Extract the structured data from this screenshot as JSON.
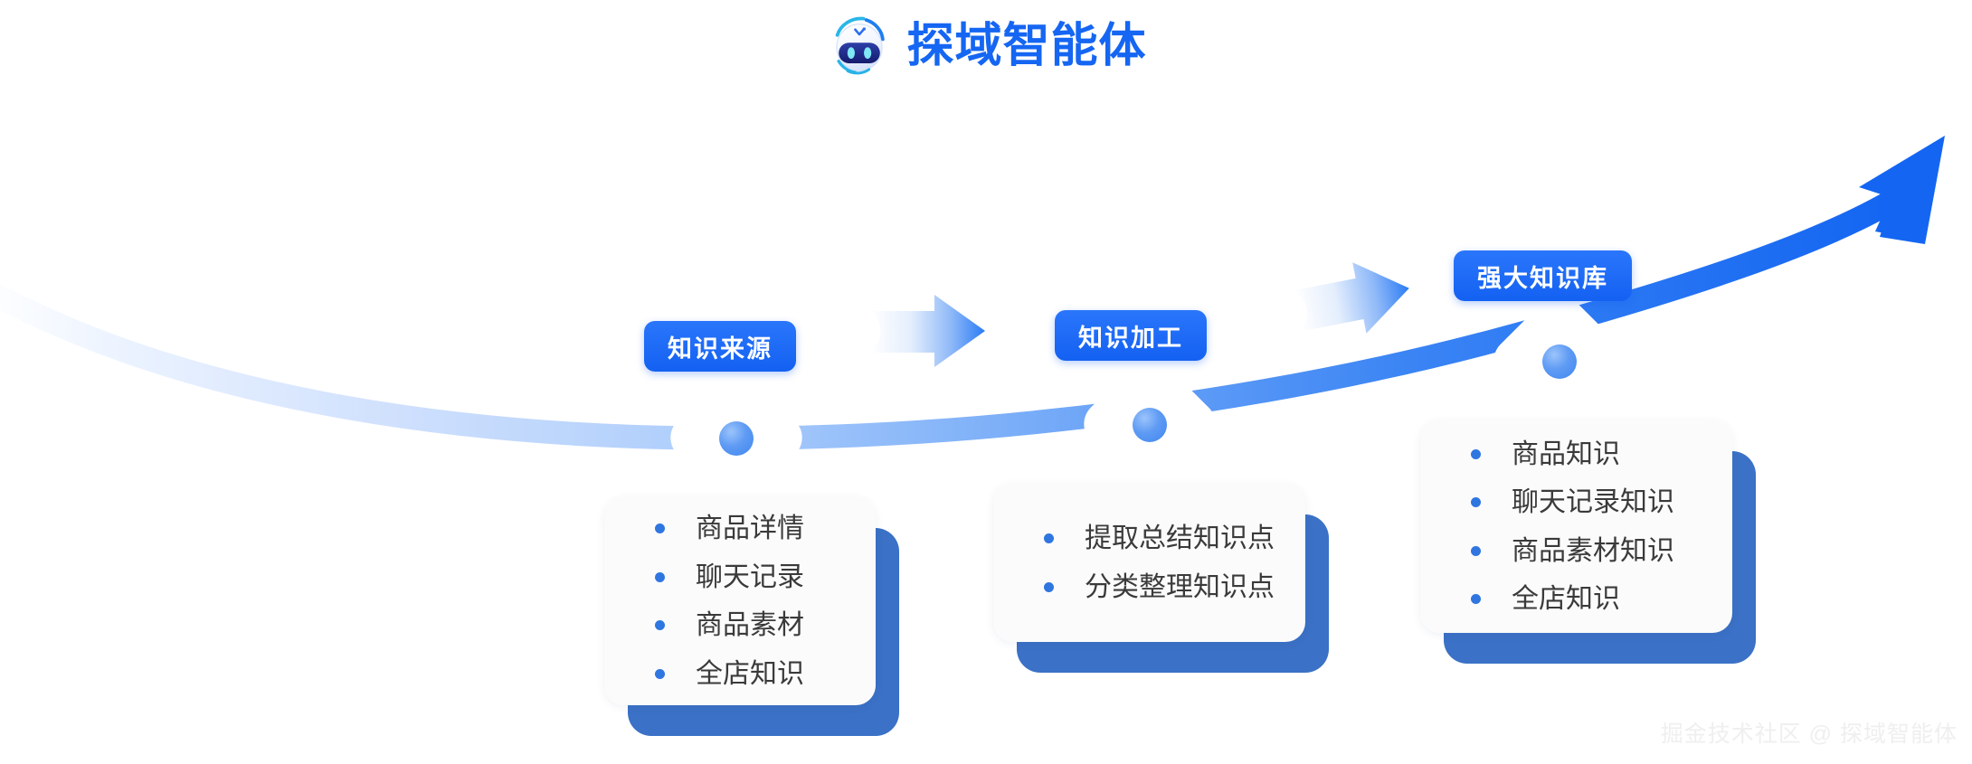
{
  "header": {
    "title": "探域智能体",
    "logo_icon": "robot-head-icon",
    "brand_color": "#1566f2"
  },
  "colors": {
    "badge_blue": "#1461f2",
    "card_back_blue": "#3b71c6",
    "bullet_blue": "#2f76e0",
    "curve_blue": "#1f6ef5",
    "text_dark": "#3a3a3a",
    "card_white": "#fbfbfb"
  },
  "flow": {
    "arrow_icon": "right-arrow-icon",
    "connectors": [
      {
        "name": "connector-1",
        "icon": "right-arrow-icon"
      },
      {
        "name": "connector-2",
        "icon": "right-arrow-icon"
      }
    ],
    "stages": [
      {
        "id": "knowledge-source",
        "badge": "知识来源",
        "items": [
          "商品详情",
          "聊天记录",
          "商品素材",
          "全店知识"
        ]
      },
      {
        "id": "knowledge-processing",
        "badge": "知识加工",
        "items": [
          "提取总结知识点",
          "分类整理知识点"
        ]
      },
      {
        "id": "knowledge-base",
        "badge": "强大知识库",
        "items": [
          "商品知识",
          "聊天记录知识",
          "商品素材知识",
          "全店知识"
        ]
      }
    ]
  },
  "watermark": {
    "text": "掘金技术社区 @ 探域智能体"
  }
}
